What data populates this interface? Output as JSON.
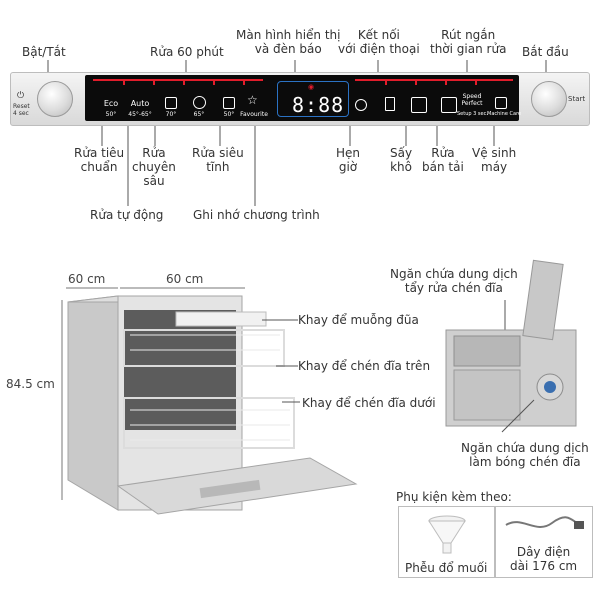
{
  "top_labels": {
    "power": "Bật/Tắt",
    "wash60": "Rửa 60 phút",
    "display": "Màn hình hiển thị\nvà đèn báo",
    "connect": "Kết nối\nvới điện thoại",
    "shorten": "Rút ngắn\nthời gian rửa",
    "start": "Bắt đầu"
  },
  "bottom_labels": {
    "standard": "Rửa tiêu\nchuẩn",
    "auto": "Rửa tự động",
    "intensive": "Rửa\nchuyên\nsâu",
    "silent": "Rửa siêu\ntĩnh",
    "favourite": "Ghi nhớ chương trình",
    "timer": "Hẹn\ngiờ",
    "dry": "Sấy\nkhô",
    "half": "Rửa\nbán tải",
    "clean": "Vệ sinh\nmáy"
  },
  "panel": {
    "reset": "Reset\n4 sec",
    "start": "Start",
    "lcd": "8:88",
    "programs": [
      {
        "name": "Eco",
        "sub": "50°"
      },
      {
        "name": "Auto",
        "sub": "45°-65°"
      },
      {
        "name": "",
        "sub": "70°"
      },
      {
        "name": "",
        "sub": "65°"
      },
      {
        "name": "",
        "sub": "50°"
      },
      {
        "name": "",
        "sub": "Favourite"
      }
    ],
    "speed": "Speed\nPerfect",
    "setup": "Setup 3 sec.",
    "machine_care": "Machine Care"
  },
  "dimensions": {
    "depth": "60 cm",
    "width": "60 cm",
    "height": "84.5 cm"
  },
  "shelves": {
    "cutlery": "Khay để muỗng đũa",
    "upper": "Khay để chén đĩa trên",
    "lower": "Khay để chén đĩa dưới"
  },
  "dispenser": {
    "detergent": "Ngăn chứa dung dịch\ntẩy rửa chén đĩa",
    "rinse": "Ngăn chứa dung dịch\nlàm bóng chén đĩa"
  },
  "accessories": {
    "title": "Phụ kiện kèm theo:",
    "funnel": "Phễu đổ muối",
    "cord": "Dây điện\ndài 176 cm"
  }
}
